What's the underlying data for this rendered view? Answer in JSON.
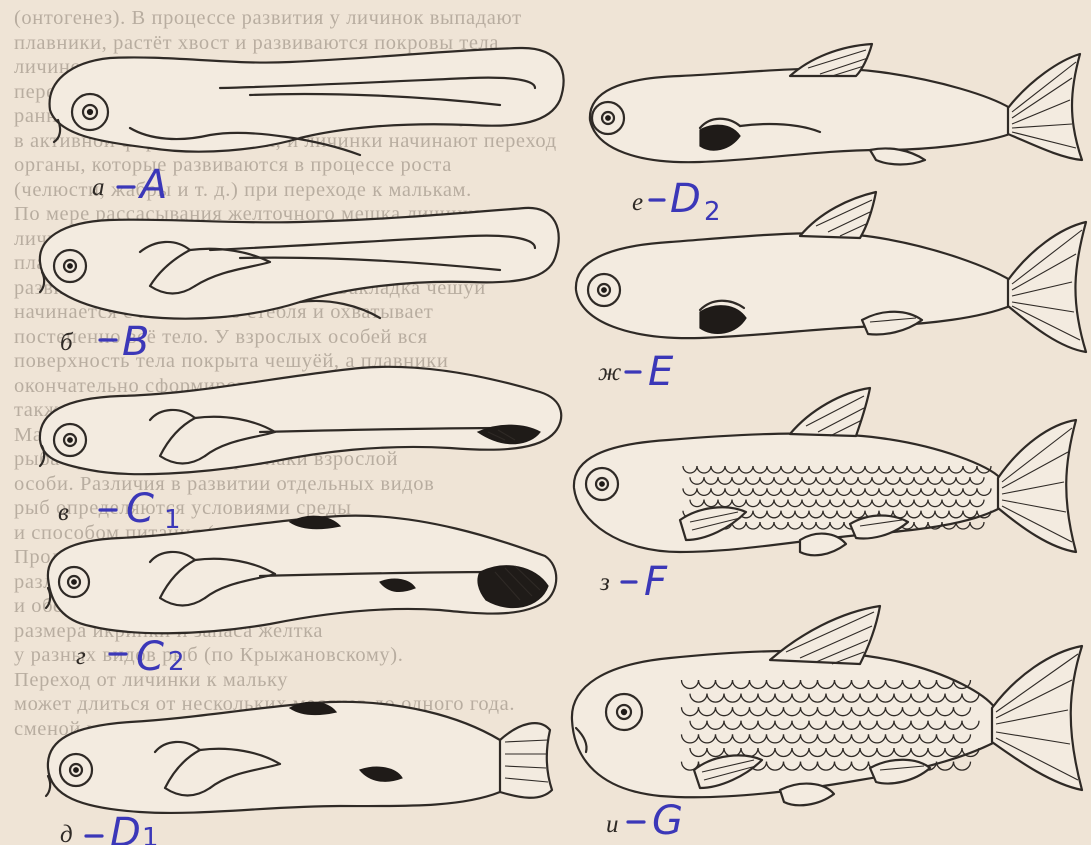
{
  "background_text": [
    "(онтогенез). В процессе развития у личинок выпадают",
    "плавники, растёт хвост и развиваются покровы тела",
    "личиночного поведения в связи со сменой питания",
    "переходят к активному образу жизни (рис. 151). мы",
    "ранние стадии развития рыб (по Крыжановскому)",
    "в активной форме движения, и личинки начинают переход",
    "органы, которые развиваются в процессе роста",
    "(челюсти, жабры и т. д.) при переходе к малькам.",
    "  По мере рассасывания желточного мешка личинка",
    "личинок меняется. У мальков исчезает личиночная",
    "плавниковая кайма, обособляются непарные плавники",
    "развиваются спинной и анальный. Закладка чешуи",
    "начинается с хвостового стебля и охватывает",
    "постепенно всё тело. У взрослых особей вся",
    "поверхность тела покрыта чешуёй, а плавники",
    "окончательно сформированы. Окраска меняется",
    "также в зависимости от условий обитания.",
    "  Мальки растут быстро, и к концу первого лета",
    "рыба приобретает все признаки взрослой",
    "особи. Различия в развитии отдельных видов",
    "рыб определяются условиями среды",
    "и способом питания (от планктона до бентоса).",
    "Продолжительность каждого периода жизни",
    "различна и зависит от температуры",
    "и обеспеченности пищей, а также от",
    "размера икринки и запаса желтка",
    "у разных видов рыб (по Крыжановскому).",
    "Переход от личинки к мальку",
    "может длиться от нескольких месяцев до одного года.",
    "сменой условий жизни и питания"
  ],
  "figures": [
    {
      "id": "a",
      "print_label": "а",
      "handwritten_label": "A",
      "sub": ""
    },
    {
      "id": "b",
      "print_label": "б",
      "handwritten_label": "B",
      "sub": ""
    },
    {
      "id": "c1",
      "print_label": "в",
      "handwritten_label": "C",
      "sub": "1"
    },
    {
      "id": "c2",
      "print_label": "г",
      "handwritten_label": "C",
      "sub": "2"
    },
    {
      "id": "d1",
      "print_label": "д",
      "handwritten_label": "D",
      "sub": "1"
    },
    {
      "id": "d2",
      "print_label": "е",
      "handwritten_label": "D",
      "sub": "2"
    },
    {
      "id": "e",
      "print_label": "ж",
      "handwritten_label": "E",
      "sub": ""
    },
    {
      "id": "f",
      "print_label": "з",
      "handwritten_label": "F",
      "sub": ""
    },
    {
      "id": "g",
      "print_label": "и",
      "handwritten_label": "G",
      "sub": ""
    }
  ],
  "colors": {
    "paper": "#efe4d6",
    "ink": "#2f2a26",
    "handwriting": "#3b37b8",
    "print_text": "#b3a89b"
  }
}
